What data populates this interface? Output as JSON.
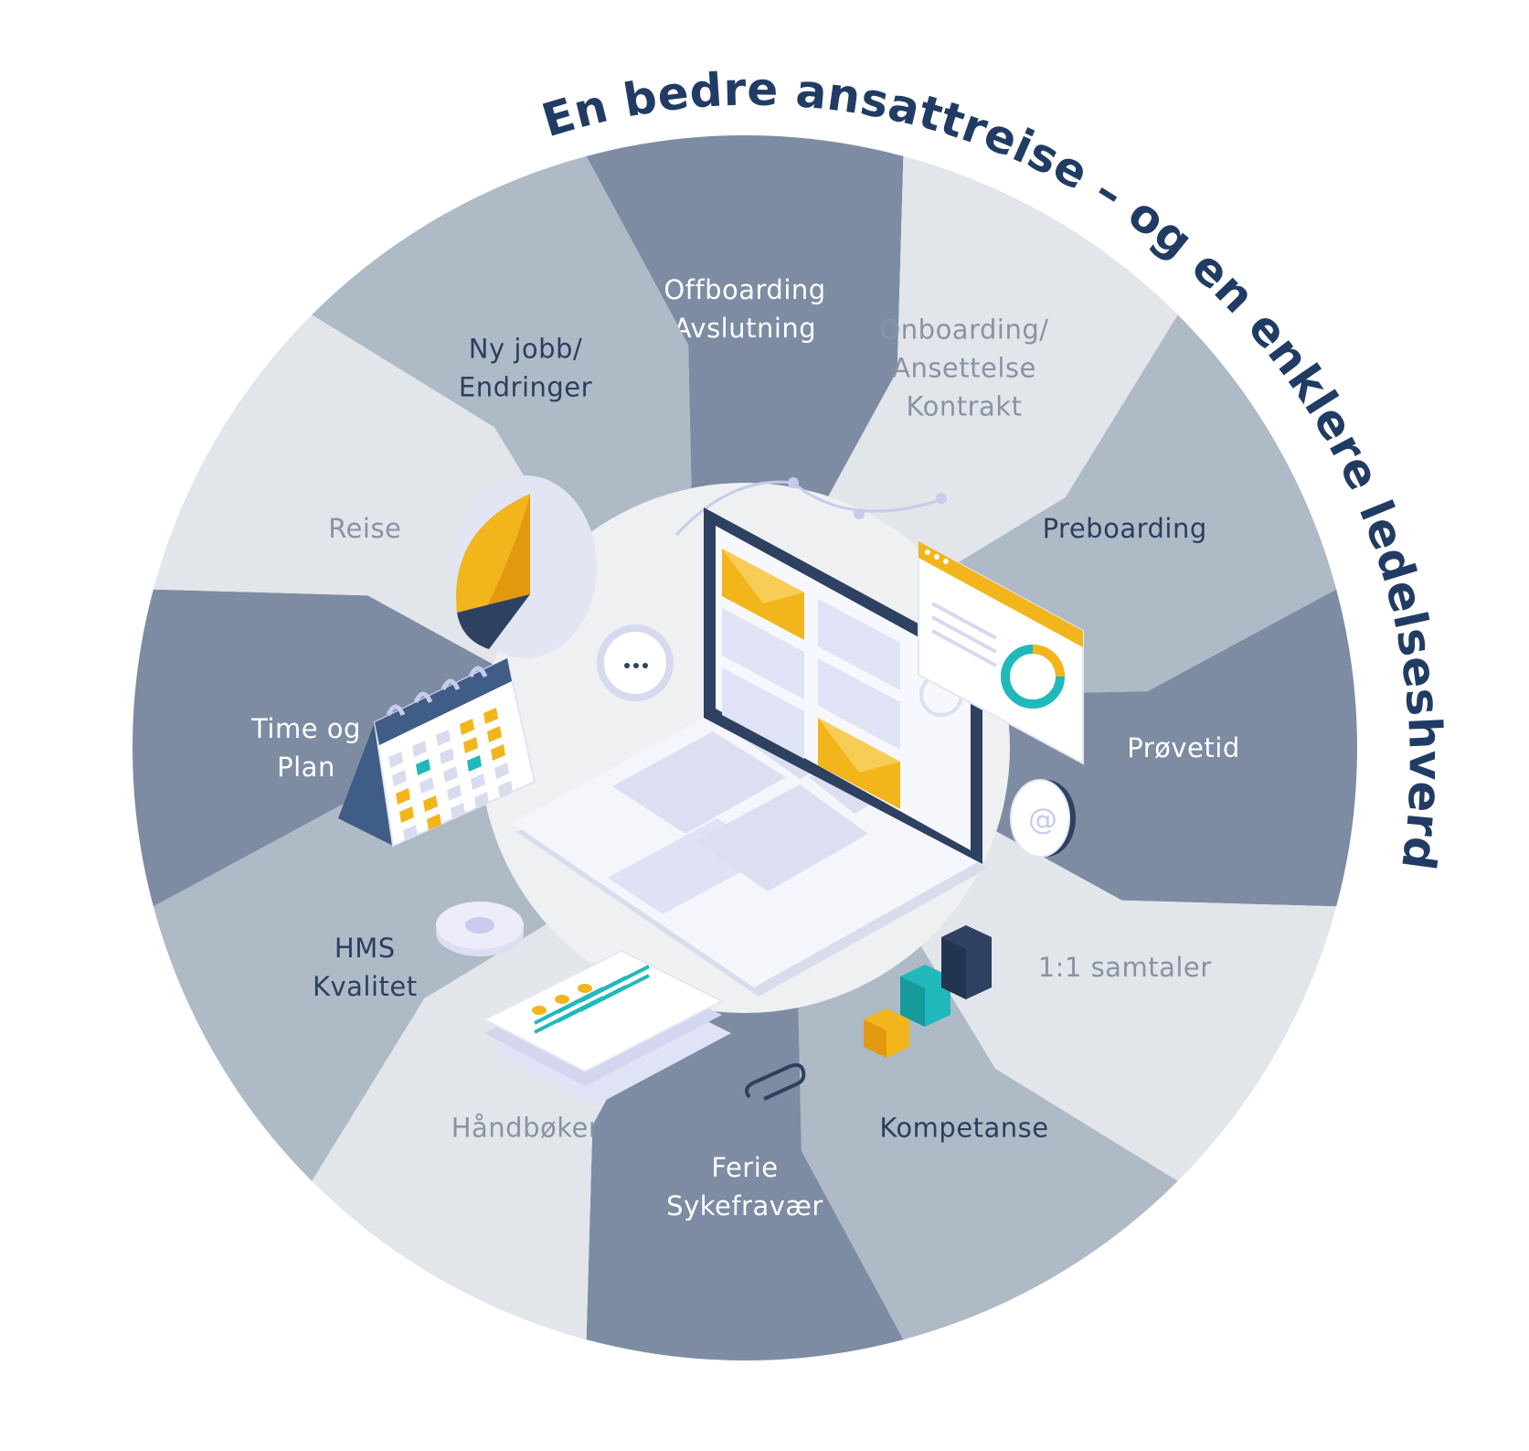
{
  "title": "En bedre ansattreise – og en enklere ledelseshverdag",
  "colors": {
    "dark": "#7d8ca3",
    "mid": "#afbac7",
    "light": "#e2e5ea",
    "center": "#eff0f2",
    "title": "#213c64",
    "label_on_dark": "#ffffff",
    "label_on_mid": "#2b3f5e",
    "label_on_light": "#8893a4",
    "accent_yellow": "#f3b51c",
    "accent_teal": "#21b8bb",
    "accent_navy": "#2e4160"
  },
  "segments": [
    {
      "lines": [
        "Offboarding",
        "Avslutning"
      ],
      "shade": "dark"
    },
    {
      "lines": [
        "Onboarding/",
        "Ansettelse",
        "Kontrakt"
      ],
      "shade": "light"
    },
    {
      "lines": [
        "Preboarding"
      ],
      "shade": "mid"
    },
    {
      "lines": [
        "Prøvetid"
      ],
      "shade": "dark"
    },
    {
      "lines": [
        "1:1 samtaler"
      ],
      "shade": "light"
    },
    {
      "lines": [
        "Kompetanse"
      ],
      "shade": "mid"
    },
    {
      "lines": [
        "Ferie",
        "Sykefravær"
      ],
      "shade": "dark"
    },
    {
      "lines": [
        "Håndbøker"
      ],
      "shade": "light"
    },
    {
      "lines": [
        "HMS",
        "Kvalitet"
      ],
      "shade": "mid"
    },
    {
      "lines": [
        "Time og",
        "Plan"
      ],
      "shade": "dark"
    },
    {
      "lines": [
        "Reise"
      ],
      "shade": "light"
    },
    {
      "lines": [
        "Ny jobb/",
        "Endringer"
      ],
      "shade": "mid"
    }
  ],
  "illustration": {
    "icons": [
      "laptop-icon",
      "envelope-icon",
      "calendar-icon",
      "pie-chart-icon",
      "dashboard-window-icon",
      "donut-chart-icon",
      "chat-bubble-icon",
      "at-sign-icon",
      "gear-icon",
      "document-stack-icon",
      "paperclip-icon",
      "cube-bars-icon"
    ]
  }
}
